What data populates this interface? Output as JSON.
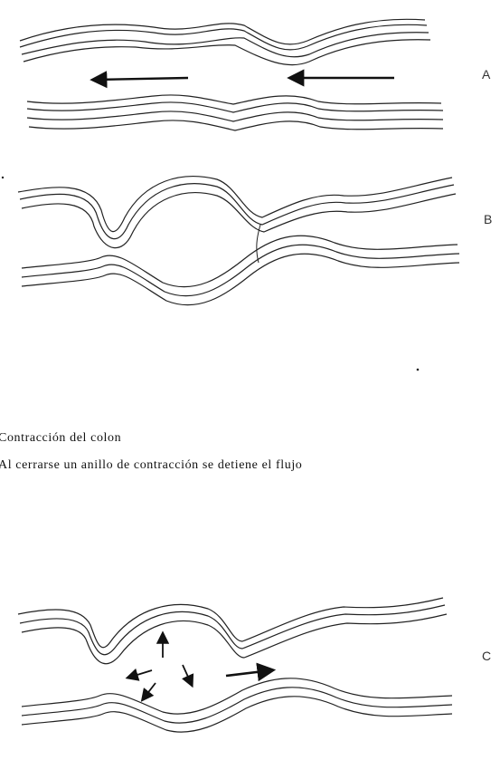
{
  "panels": {
    "a": {
      "label": "A"
    },
    "b": {
      "label": "B"
    },
    "c": {
      "label": "C"
    }
  },
  "caption": {
    "line1": "Contracción del colon",
    "line2": "Al cerrarse un anillo de contracción se detiene el flujo"
  },
  "colors": {
    "ink": "#111111",
    "background": "#ffffff"
  }
}
